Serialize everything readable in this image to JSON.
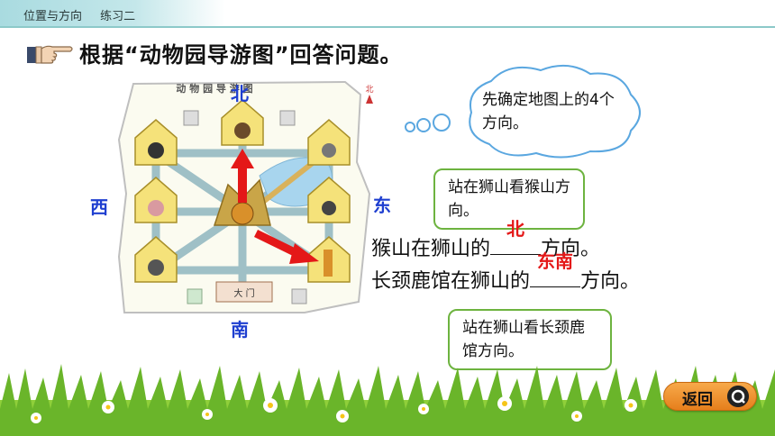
{
  "breadcrumb": {
    "section": "位置与方向",
    "lesson": "练习二"
  },
  "title": "根据“动物园导游图”回答问题。",
  "map": {
    "caption": "动 物 园 导 游 图",
    "north": "北",
    "south": "南",
    "west": "西",
    "east": "东",
    "compass_label": "北",
    "gate": "大 门"
  },
  "cloud": {
    "text": "先确定地图上的4个方向。"
  },
  "note1": {
    "text": "站在狮山看猴山方向。"
  },
  "q1": {
    "prefix": "猴山在狮山的",
    "answer": "北",
    "suffix": "方向。"
  },
  "q2": {
    "prefix": "长颈鹿馆在狮山的",
    "answer": "东南",
    "suffix": "方向。"
  },
  "note2": {
    "text": "站在狮山看长颈鹿馆方向。"
  },
  "back_button": {
    "label": "返回"
  },
  "colors": {
    "accent": "#e41818",
    "direction": "#1f3fd0",
    "note_border": "#6db33f",
    "button": "#f0922f"
  }
}
